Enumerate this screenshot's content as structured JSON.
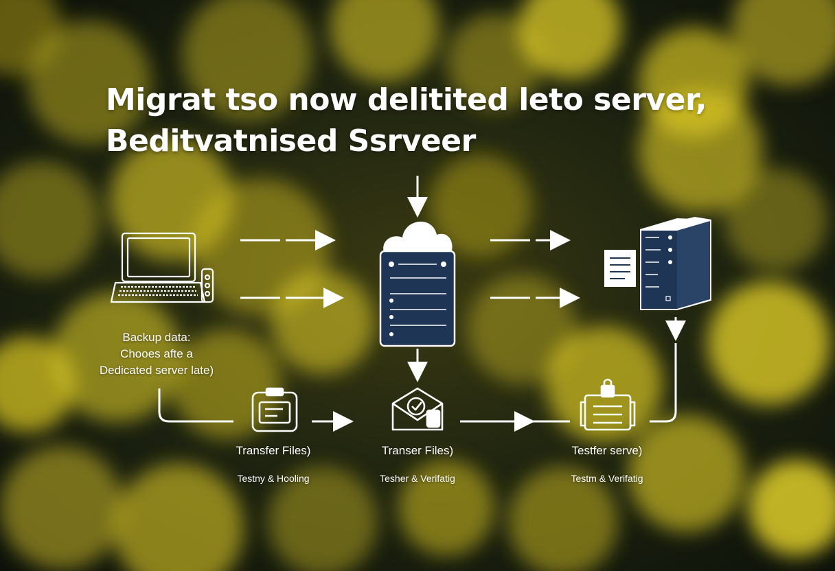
{
  "title": {
    "line1": "Migrat tso now delitited leto server,",
    "line2": "Beditvatnised Ssrveer"
  },
  "backup_note": {
    "line1": "Backup data:",
    "line2": "Chooes afte a",
    "line3": "Dedicated server late)"
  },
  "steps": [
    {
      "label": "Transfer Files)",
      "sub": "Testny & Hooling",
      "icon": "clipboard-icon"
    },
    {
      "label": "Transer Files)",
      "sub": "Tesher & Verifatig",
      "icon": "checkmark-envelope-icon"
    },
    {
      "label": "Testfer serve)",
      "sub": "Testm & Verifatig",
      "icon": "lock-document-icon"
    }
  ],
  "nodes": [
    {
      "name": "laptop",
      "icon": "laptop-icon"
    },
    {
      "name": "cloud-server",
      "icon": "cloud-server-icon"
    },
    {
      "name": "dedicated-server",
      "icon": "server-tower-icon"
    }
  ],
  "colors": {
    "background_dark": "#141a0c",
    "bokeh_yellow": "#e8d21e",
    "server_navy": "#1e3556",
    "line_white": "#ffffff"
  }
}
